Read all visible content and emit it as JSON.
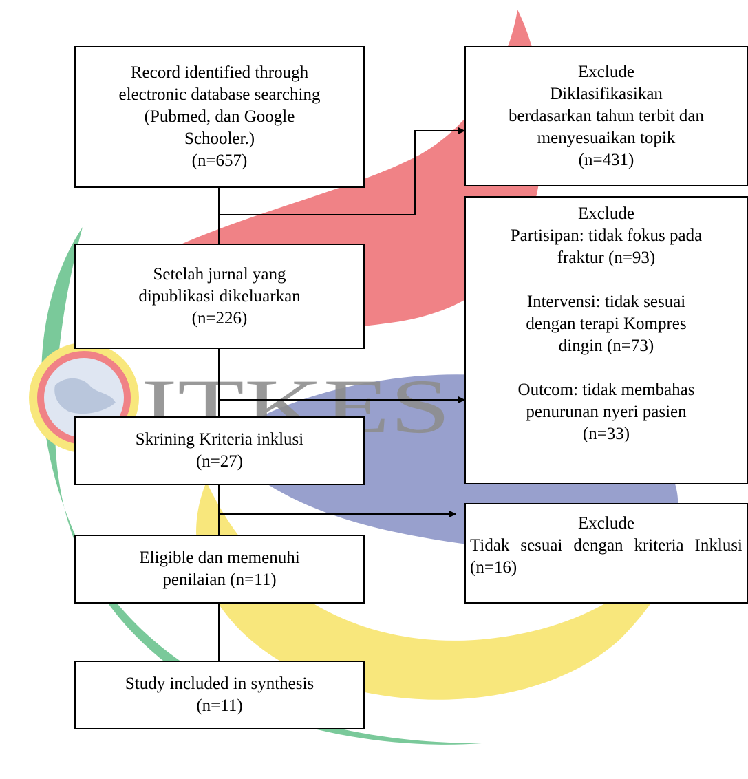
{
  "watermark": {
    "text": "ITKES",
    "colors": {
      "red": "#f08286",
      "blue": "#98a0cd",
      "yellow": "#f8e77c",
      "green": "#7ac99a",
      "gray": "#8e8e8e"
    }
  },
  "flow": {
    "identified": [
      "Record identified through",
      "electronic database searching",
      "(Pubmed, dan Google",
      "Schooler.)",
      "(n=657)"
    ],
    "after_removal": [
      "Setelah jurnal yang",
      "dipublikasi dikeluarkan",
      "(n=226)"
    ],
    "screening": [
      "Skrining Kriteria inklusi",
      "(n=27)"
    ],
    "eligible": [
      "Eligible dan memenuhi",
      "penilaian (n=11)"
    ],
    "included": [
      "Study included in synthesis",
      "(n=11)"
    ]
  },
  "exclusions": {
    "first": [
      "Exclude",
      "Diklasifikasikan",
      "berdasarkan tahun terbit dan",
      "menyesuaikan topik",
      "(n=431)"
    ],
    "second": {
      "heading": "Exclude",
      "partisipan": [
        "Partisipan: tidak fokus pada",
        "fraktur (n=93)"
      ],
      "intervensi": [
        "Intervensi: tidak sesuai",
        "dengan terapi Kompres",
        "dingin (n=73)"
      ],
      "outcome": [
        "Outcom: tidak membahas",
        "penurunan nyeri pasien",
        "(n=33)"
      ]
    },
    "third": {
      "heading": "Exclude",
      "body": "Tidak sesuai dengan kriteria Inklusi (n=16)"
    }
  }
}
